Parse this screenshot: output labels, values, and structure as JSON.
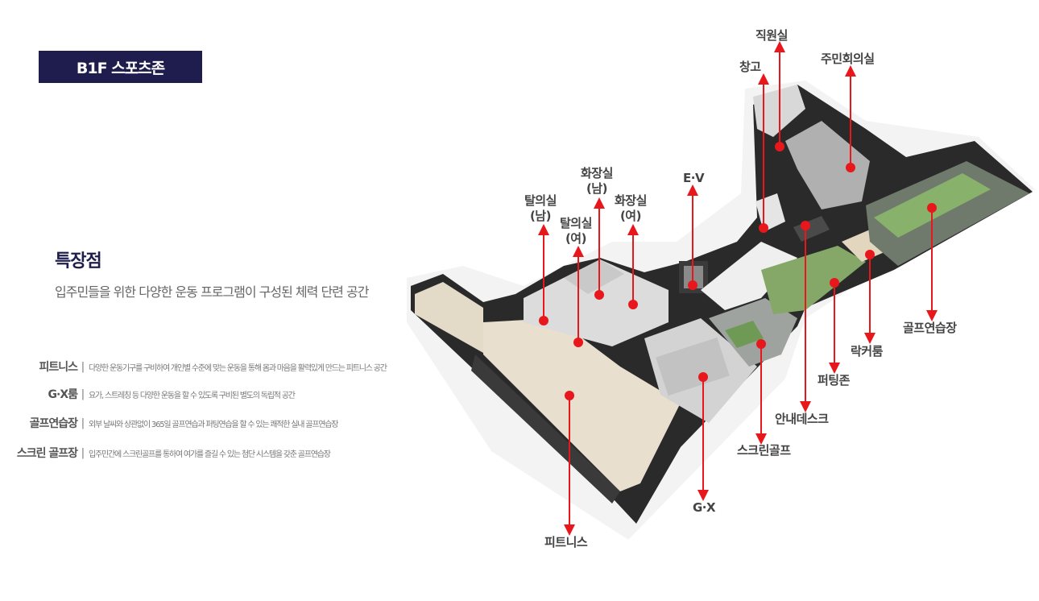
{
  "badge": "B1F 스포츠존",
  "features": {
    "title": "특장점",
    "description": "입주민들을 위한 다양한 운동 프로그램이 구성된 체력 단련 공간",
    "items": [
      {
        "name": "피트니스",
        "desc": "다양한 운동기구를 구비하여 개인별 수준에 맞는 운동을 통해 몸과 마음을 활력있게 만드는 피트니스 공간"
      },
      {
        "name": "G·X룸",
        "desc": "요가, 스트레칭 등 다양한 운동을 할 수 있도록 구비된 별도의 독립적 공간"
      },
      {
        "name": "골프연습장",
        "desc": "외부 날씨와 상관없이 365일 골프연습과 퍼팅연습을 할 수 있는 쾌적한 실내 골프연습장"
      },
      {
        "name": "스크린 골프장",
        "desc": "입주민간에 스크린골프를 통하여 여가를 즐길 수 있는 첨단 시스템을 갖춘 골프연습장"
      }
    ]
  },
  "labels": {
    "office": "직원실",
    "storage": "창고",
    "meeting": "주민회의실",
    "restroom_m_1": "화장실",
    "restroom_m_2": "(남)",
    "restroom_f_1": "화장실",
    "restroom_f_2": "(여)",
    "locker_m_1": "탈의실",
    "locker_m_2": "(남)",
    "locker_f_1": "탈의실",
    "locker_f_2": "(여)",
    "ev": "E·V",
    "golf_practice": "골프연습장",
    "locker_room": "락커룸",
    "putting": "퍼팅존",
    "info_desk": "안내데스크",
    "screen_golf": "스크린골프",
    "gx": "G·X",
    "fitness": "피트니스"
  },
  "colors": {
    "badge_bg": "#1f1d4d",
    "arrow": "#e8171b",
    "wall": "#1a1a1a",
    "floor_wood": "#e6dccb",
    "floor_gray": "#b5b5b5",
    "floor_green": "#7aa05f"
  }
}
